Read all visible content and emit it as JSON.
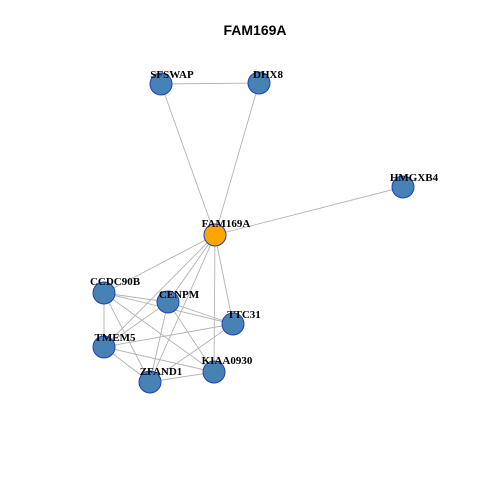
{
  "title": "FAM169A",
  "colors": {
    "background": "#ffffff",
    "edge": "#b3b3b3",
    "node_default": "#4682b4",
    "node_highlight": "#ffa500",
    "node_border": "#1f3fbf",
    "label": "#000000"
  },
  "network": {
    "nodes": [
      {
        "id": "FAM169A",
        "label": "FAM169A",
        "highlight": true
      },
      {
        "id": "SFSWAP",
        "label": "SFSWAP",
        "highlight": false
      },
      {
        "id": "DHX8",
        "label": "DHX8",
        "highlight": false
      },
      {
        "id": "HMGXB4",
        "label": "HMGXB4",
        "highlight": false
      },
      {
        "id": "CCDC90B",
        "label": "CCDC90B",
        "highlight": false
      },
      {
        "id": "CENPM",
        "label": "CENPM",
        "highlight": false
      },
      {
        "id": "TTC31",
        "label": "TTC31",
        "highlight": false
      },
      {
        "id": "TMEM5",
        "label": "TMEM5",
        "highlight": false
      },
      {
        "id": "KIAA0930",
        "label": "KIAA0930",
        "highlight": false
      },
      {
        "id": "ZFAND1",
        "label": "ZFAND1",
        "highlight": false
      }
    ],
    "edges": [
      [
        "SFSWAP",
        "DHX8"
      ],
      [
        "SFSWAP",
        "FAM169A"
      ],
      [
        "DHX8",
        "FAM169A"
      ],
      [
        "FAM169A",
        "HMGXB4"
      ],
      [
        "FAM169A",
        "CCDC90B"
      ],
      [
        "FAM169A",
        "CENPM"
      ],
      [
        "FAM169A",
        "TTC31"
      ],
      [
        "FAM169A",
        "TMEM5"
      ],
      [
        "FAM169A",
        "KIAA0930"
      ],
      [
        "FAM169A",
        "ZFAND1"
      ],
      [
        "CCDC90B",
        "CENPM"
      ],
      [
        "CCDC90B",
        "TTC31"
      ],
      [
        "CCDC90B",
        "TMEM5"
      ],
      [
        "CCDC90B",
        "KIAA0930"
      ],
      [
        "CCDC90B",
        "ZFAND1"
      ],
      [
        "CENPM",
        "TTC31"
      ],
      [
        "CENPM",
        "TMEM5"
      ],
      [
        "CENPM",
        "KIAA0930"
      ],
      [
        "CENPM",
        "ZFAND1"
      ],
      [
        "TTC31",
        "TMEM5"
      ],
      [
        "TTC31",
        "ZFAND1"
      ],
      [
        "TMEM5",
        "KIAA0930"
      ],
      [
        "TMEM5",
        "ZFAND1"
      ],
      [
        "ZFAND1",
        "KIAA0930"
      ]
    ]
  }
}
